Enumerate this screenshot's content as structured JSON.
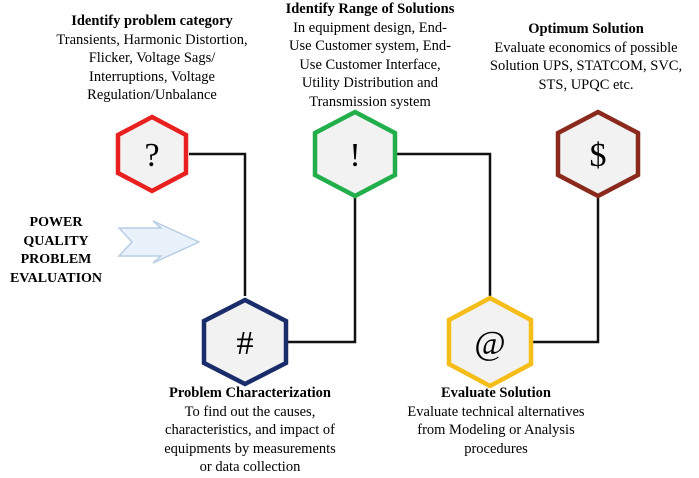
{
  "side_label": [
    "POWER",
    "QUALITY",
    "PROBLEM",
    "EVALUATION"
  ],
  "steps": {
    "identify_category": {
      "symbol": "?",
      "color": "#e8201f",
      "title": "Identify problem category",
      "lines": [
        "Transients, Harmonic Distortion,",
        "Flicker, Voltage Sags/",
        "Interruptions, Voltage",
        "Regulation/Unbalance"
      ]
    },
    "characterization": {
      "symbol": "#",
      "color": "#1a2d6b",
      "title": "Problem Characterization",
      "lines": [
        "To find out the  causes,",
        "characteristics, and impact of",
        "equipments by measurements",
        "or data collection"
      ]
    },
    "range_solutions": {
      "symbol": "!",
      "color": "#21ae4b",
      "title": "Identify Range of Solutions",
      "lines": [
        "In equipment design, End-",
        "Use Customer system, End-",
        "Use Customer Interface,",
        "Utility Distribution and",
        "Transmission system"
      ]
    },
    "evaluate": {
      "symbol": "@",
      "color": "#f5bd18",
      "title": "Evaluate Solution",
      "lines": [
        "Evaluate technical alternatives",
        "from Modeling or Analysis",
        "procedures"
      ]
    },
    "optimum": {
      "symbol": "$",
      "color": "#8a2a1d",
      "title": "Optimum Solution",
      "lines": [
        "Evaluate economics of possible",
        "Solution UPS, STATCOM, SVC,",
        "STS, UPQC etc."
      ]
    }
  },
  "colors": {
    "connector": "#111111",
    "hex_fill": "#f2f2f2",
    "arrow_fill": "#e9f2fb",
    "arrow_stroke": "#b8cde4"
  }
}
